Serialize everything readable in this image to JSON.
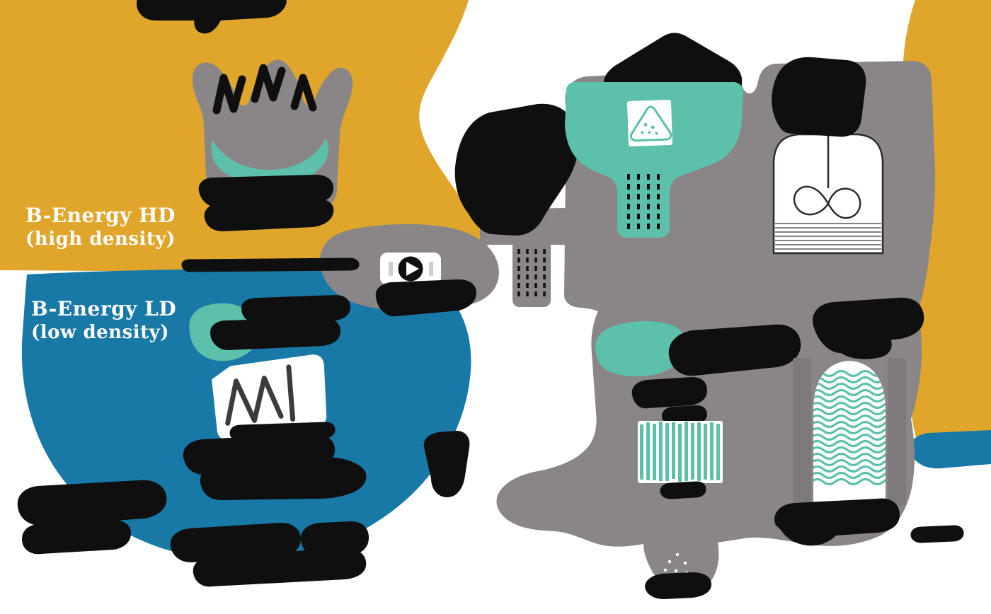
{
  "colors": {
    "gold": "#DFA62B",
    "blue": "#1879A7",
    "gray": "#8A8687",
    "gray_dark": "#7E7A7B",
    "teal": "#5CC0AB",
    "ink": "#0F0F0F",
    "stroke_dark": "#3B3B3B",
    "white": "#FFFFFF",
    "text": "#FFFFFF",
    "background": "#FFFFFF",
    "tank_line": "#5A5A5A"
  },
  "labels": {
    "hd_title": "B-Energy HD",
    "hd_subtitle": "(high density)",
    "ld_title": "B-Energy LD",
    "ld_subtitle": "(low density)"
  },
  "icons": [
    "digester-bag-icon",
    "play-video-icon",
    "additive-hopper-icon",
    "granule-box-icon",
    "mixer-tank-icon",
    "milk-carton-icon",
    "stripe-filter-icon",
    "storage-tank-icon",
    "granules-falling-icon"
  ],
  "redacted_labels": 20
}
